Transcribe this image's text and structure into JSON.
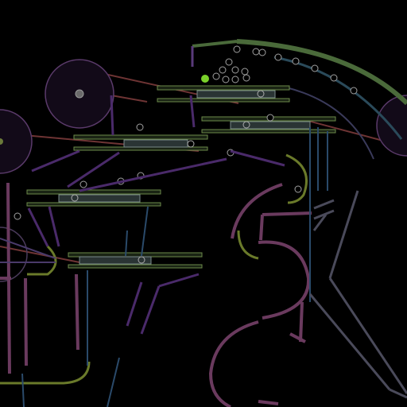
{
  "game": {
    "type": "marble-run physics sandbox",
    "background_color": "#000000",
    "palette": {
      "platform": "#6c8a4a",
      "platform_fill": "#4a5a5a",
      "pink_pipe": "#8a4a7a",
      "purple_pipe": "#5a3a7a",
      "blue_pipe": "#2a5a7a",
      "salmon_rod": "#7a3a3a",
      "wheel": "#5a3a6a",
      "ball_outline": "#a0a0a0",
      "active_ball": "#7ad02a"
    },
    "active_ball_count": 1,
    "hopper_ball_count": 16,
    "wheel_count": 3
  }
}
